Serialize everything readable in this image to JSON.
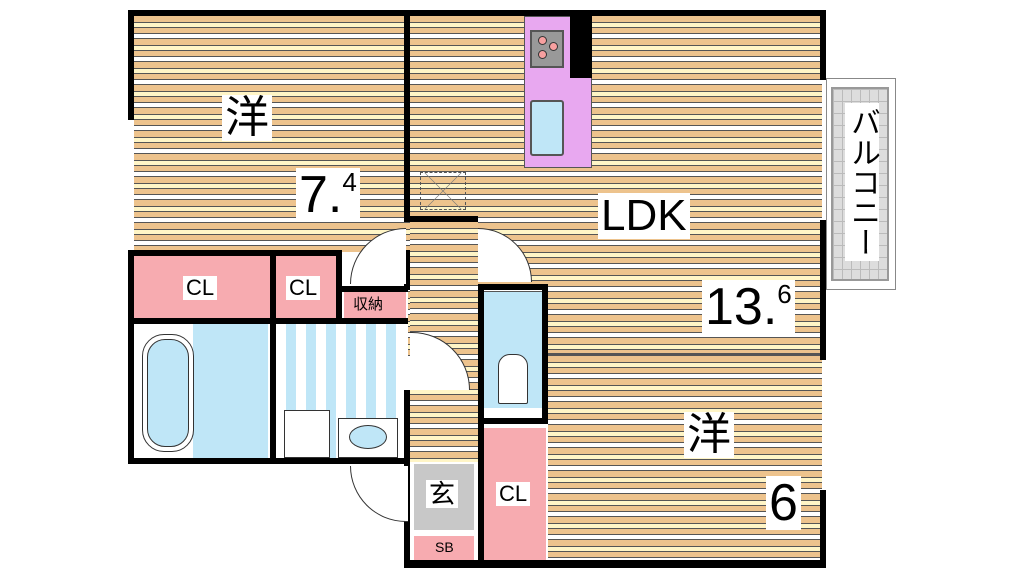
{
  "rooms": {
    "western_room_1": {
      "label": "洋",
      "size_main": "7.",
      "size_decimal": "4"
    },
    "ldk": {
      "label": "LDK",
      "size_main": "13.",
      "size_decimal": "6"
    },
    "western_room_2": {
      "label": "洋",
      "size_main": "6"
    },
    "balcony": {
      "label": "バルコニー"
    },
    "closet_1": {
      "label": "CL"
    },
    "closet_2": {
      "label": "CL"
    },
    "closet_3": {
      "label": "CL"
    },
    "storage": {
      "label": "収納"
    },
    "entrance": {
      "label": "玄"
    },
    "shoe_box": {
      "label": "SB"
    }
  },
  "colors": {
    "floor": "#edc38d",
    "closet": "#f7abb0",
    "wet_area": "#bfe6f7",
    "kitchen": "#e8a8f0",
    "entrance": "#c8c8c8",
    "wall": "#000000"
  }
}
